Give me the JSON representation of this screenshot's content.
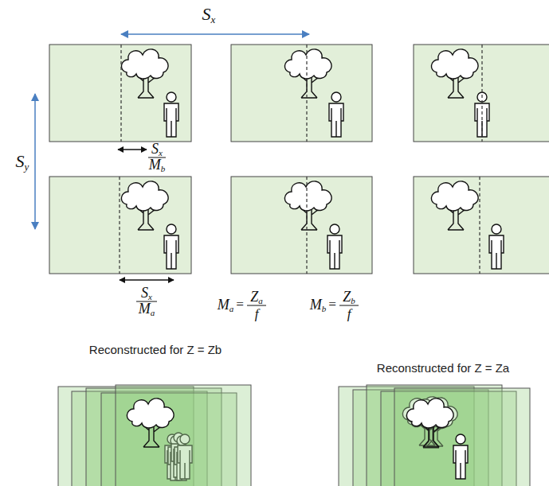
{
  "diagram": {
    "labels": [
      "Sx",
      "Sy",
      "Sx",
      "Mb",
      "Sx",
      "Ma",
      "Ma",
      "=",
      "Za",
      "f",
      "Mb",
      "=",
      "Zb",
      "f",
      "Reconstructed for Z = Zb",
      "Reconstructed for Z = Za"
    ]
  }
}
